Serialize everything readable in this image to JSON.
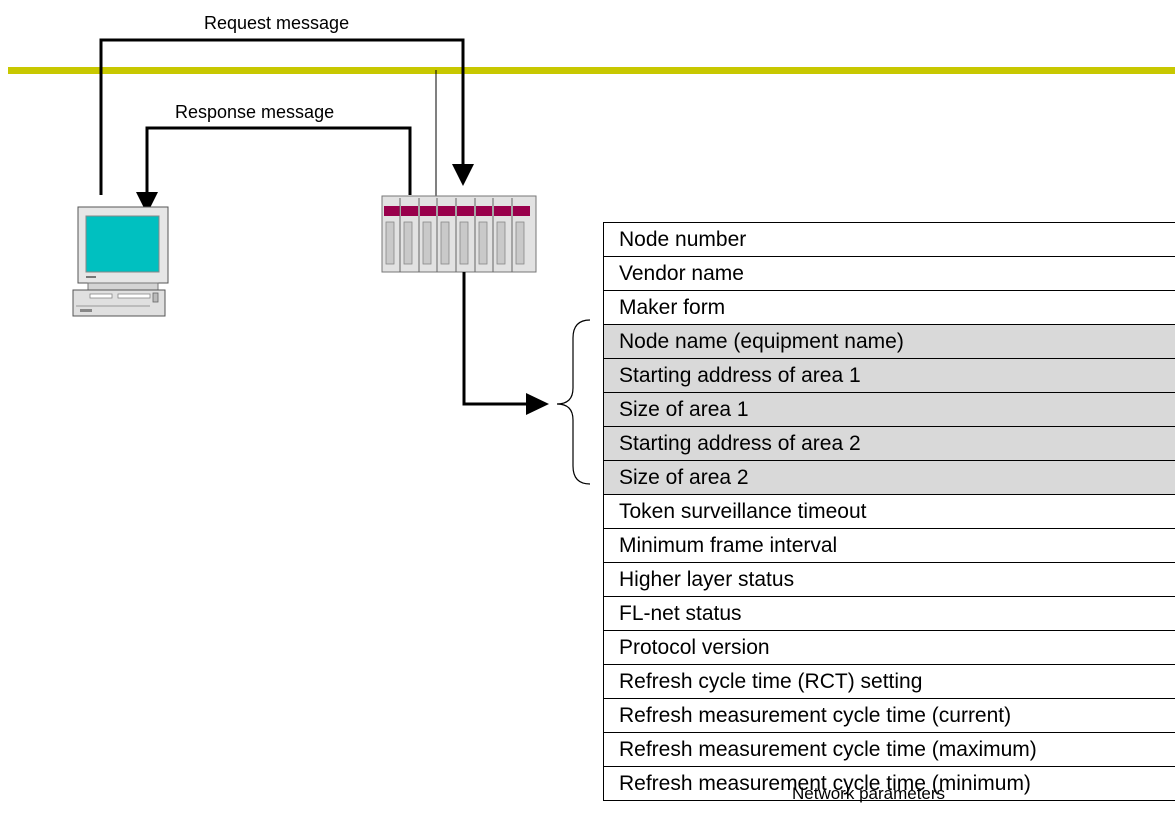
{
  "messages": {
    "request": "Request message",
    "response": "Response message"
  },
  "parameters": [
    {
      "label": "Node number",
      "highlighted": false
    },
    {
      "label": "Vendor name",
      "highlighted": false
    },
    {
      "label": "Maker form",
      "highlighted": false
    },
    {
      "label": "Node name (equipment name)",
      "highlighted": true
    },
    {
      "label": "Starting address of area 1",
      "highlighted": true
    },
    {
      "label": "Size of area 1",
      "highlighted": true
    },
    {
      "label": "Starting address of area 2",
      "highlighted": true
    },
    {
      "label": "Size of area 2",
      "highlighted": true
    },
    {
      "label": "Token surveillance timeout",
      "highlighted": false
    },
    {
      "label": "Minimum frame interval",
      "highlighted": false
    },
    {
      "label": "Higher layer status",
      "highlighted": false
    },
    {
      "label": "FL-net status",
      "highlighted": false
    },
    {
      "label": "Protocol version",
      "highlighted": false
    },
    {
      "label": "Refresh cycle time (RCT) setting",
      "highlighted": false
    },
    {
      "label": "Refresh measurement cycle time (current)",
      "highlighted": false
    },
    {
      "label": "Refresh measurement cycle time (maximum)",
      "highlighted": false
    },
    {
      "label": "Refresh measurement cycle time (minimum)",
      "highlighted": false
    }
  ],
  "caption": "Network parameters",
  "colors": {
    "network_line": "#c8c800",
    "screen": "#00c0c0",
    "module_top": "#99004c",
    "highlight_row": "#d9d9d9"
  },
  "icons": {
    "computer": "desktop-computer-icon",
    "plc": "plc-rack-icon"
  }
}
